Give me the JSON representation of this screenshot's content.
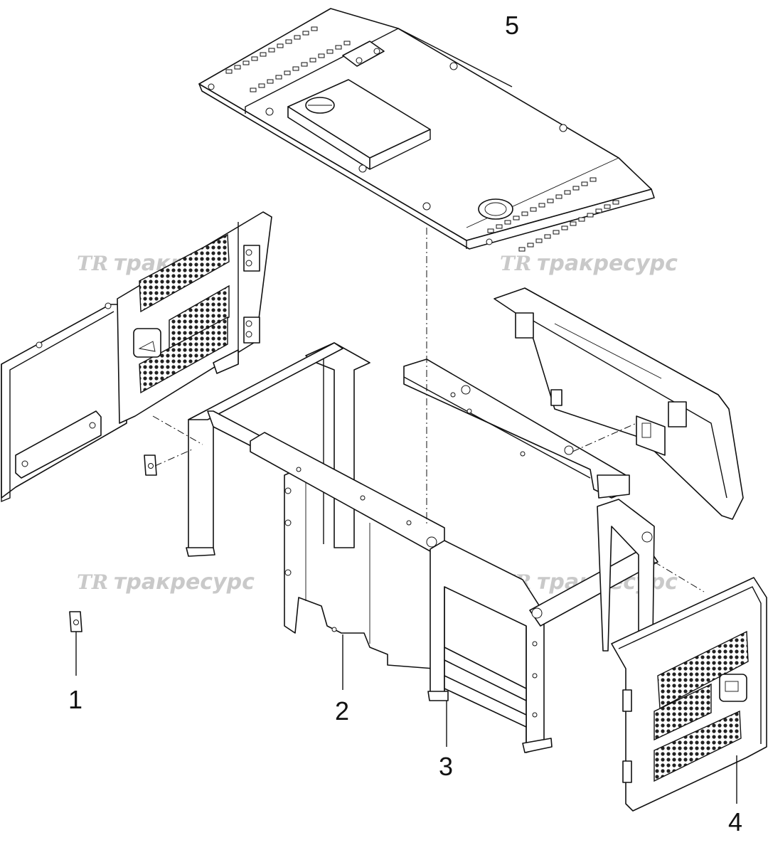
{
  "watermark": {
    "logo": "TR",
    "text": "тракресурс"
  },
  "callouts": [
    {
      "id": "1",
      "label": "1"
    },
    {
      "id": "2",
      "label": "2"
    },
    {
      "id": "3",
      "label": "3"
    },
    {
      "id": "4",
      "label": "4"
    },
    {
      "id": "5",
      "label": "5"
    }
  ]
}
